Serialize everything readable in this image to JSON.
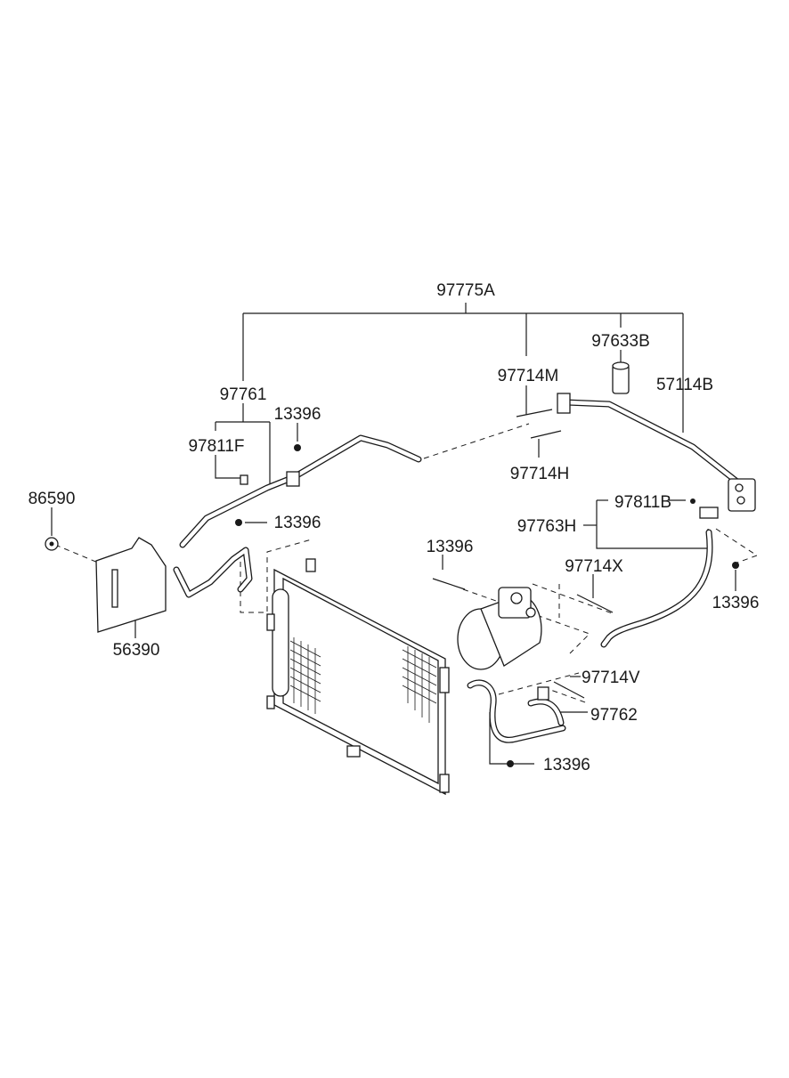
{
  "labels": {
    "assembly": "97775A",
    "pipe_suction": "97761",
    "bracket_left": "97811F",
    "nut_1": "13396",
    "nut_2": "13396",
    "grommet": "86590",
    "cover": "56390",
    "switch": "97633B",
    "bolt_m": "97714M",
    "receiver": "57114B",
    "bolt_h": "97714H",
    "bracket_right": "97811B",
    "hose_h": "97763H",
    "nut_3": "13396",
    "bolt_x": "97714X",
    "nut_4": "13396",
    "bolt_v": "97714V",
    "hose_discharge": "97762",
    "nut_5": "13396"
  }
}
